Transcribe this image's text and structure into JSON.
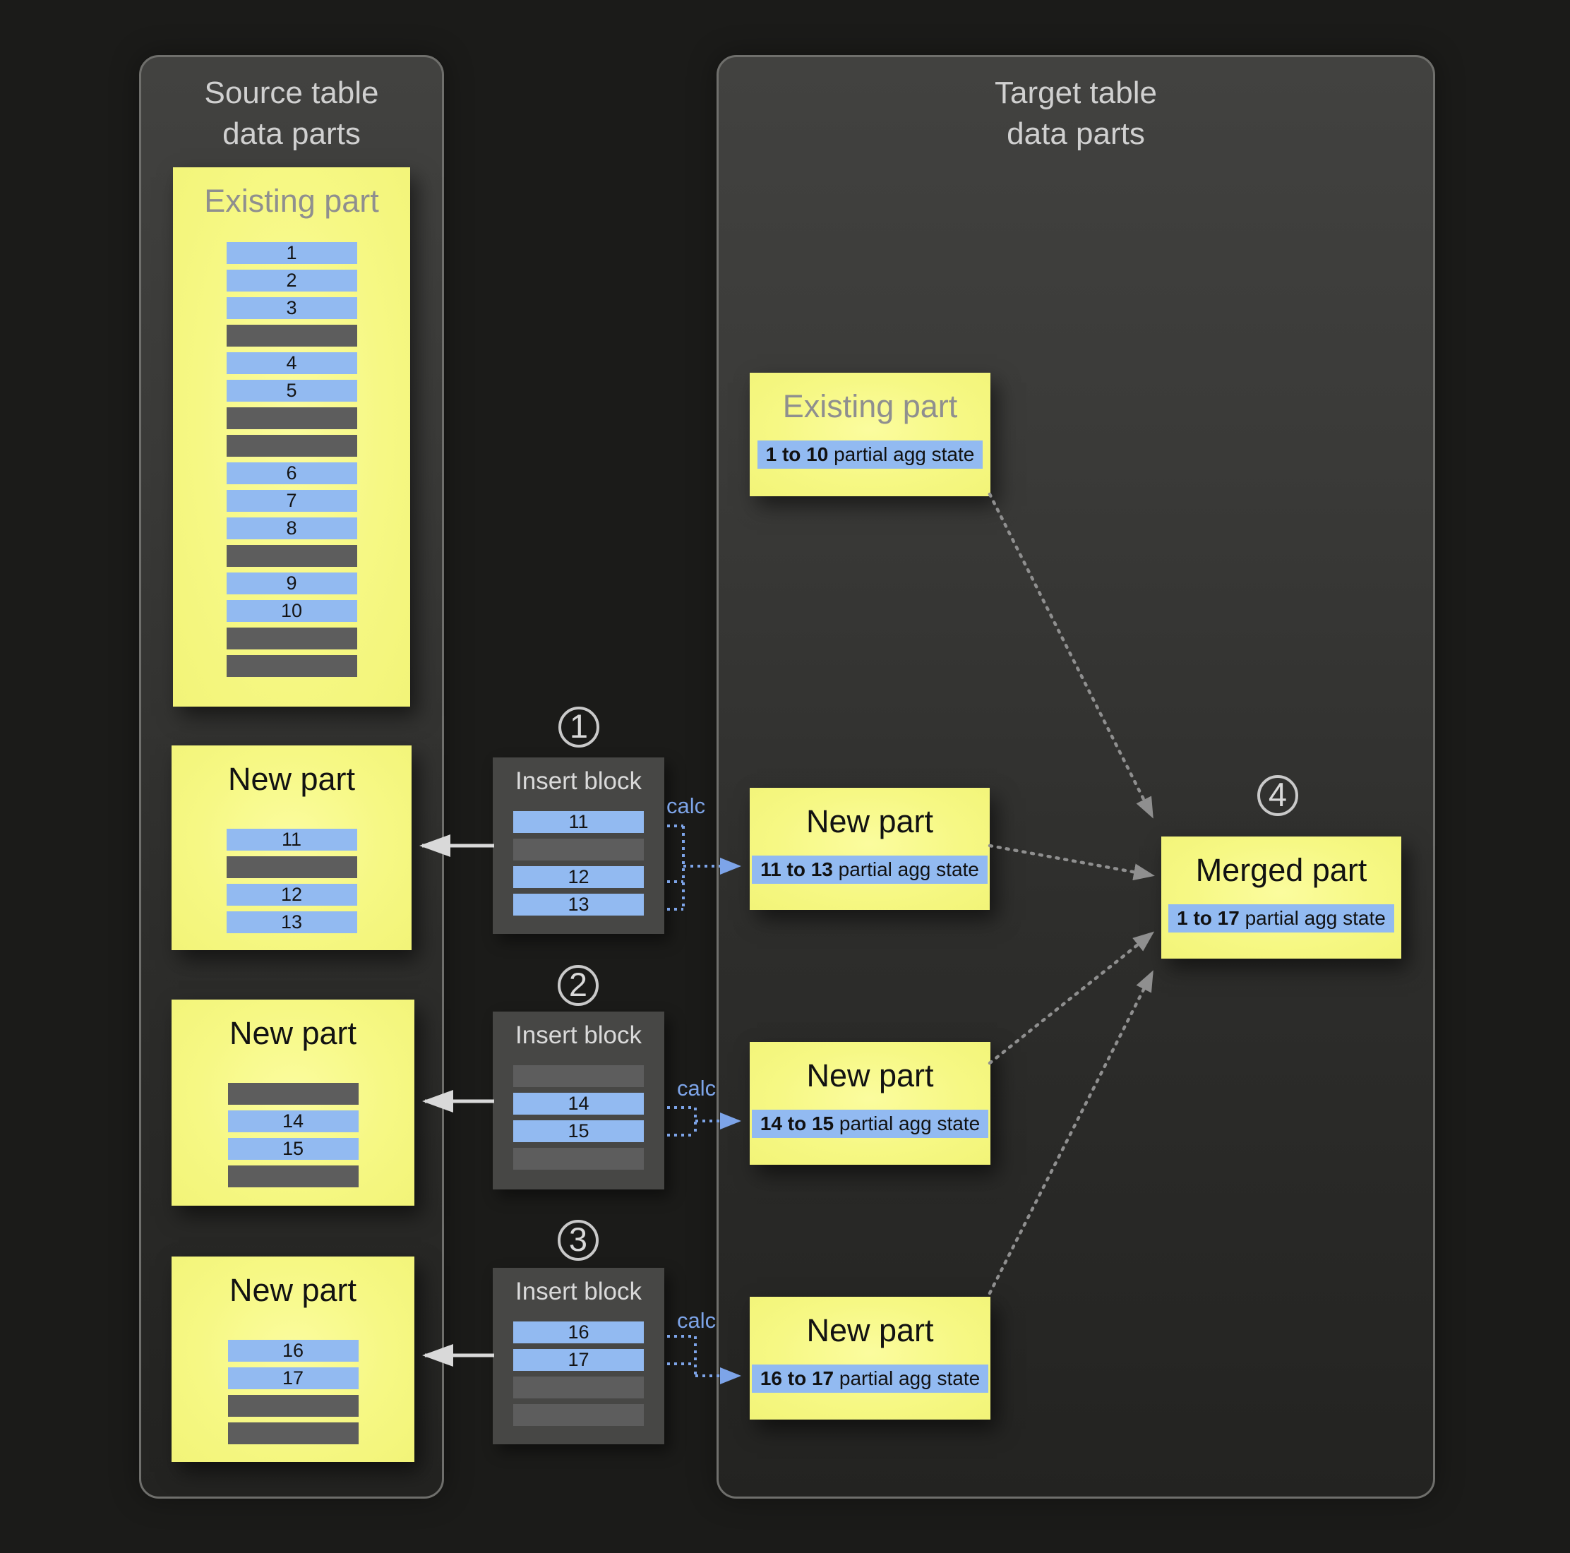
{
  "colors": {
    "background": "#1b1b19",
    "panel_fill": "#3a3a38",
    "panel_border": "#6f6f6c",
    "part_yellow": "#f6f884",
    "row_blue": "#92baf1",
    "row_gray": "#5d5d5d",
    "insert_block_fill": "#474745",
    "calc_blue": "#7da4e8",
    "arrow_white": "#d9d9d9",
    "arrow_gray": "#8f8f8f",
    "title_light": "#d0d0d0",
    "title_muted_gray": "#8f8f8f"
  },
  "source_panel": {
    "title_line1": "Source table",
    "title_line2": "data parts",
    "existing_part": {
      "title": "Existing part",
      "rows": [
        "1",
        "2",
        "3",
        null,
        "4",
        "5",
        null,
        null,
        "6",
        "7",
        "8",
        null,
        "9",
        "10",
        null,
        null
      ]
    },
    "new_parts": [
      {
        "title": "New part",
        "rows": [
          "11",
          null,
          "12",
          "13"
        ]
      },
      {
        "title": "New part",
        "rows": [
          null,
          "14",
          "15",
          null
        ]
      },
      {
        "title": "New part",
        "rows": [
          "16",
          "17",
          null,
          null
        ]
      }
    ]
  },
  "insert_blocks": [
    {
      "step": "1",
      "title": "Insert block",
      "calc_label": "calc",
      "rows": [
        "11",
        null,
        "12",
        "13"
      ]
    },
    {
      "step": "2",
      "title": "Insert block",
      "calc_label": "calc",
      "rows": [
        null,
        "14",
        "15",
        null
      ]
    },
    {
      "step": "3",
      "title": "Insert block",
      "calc_label": "calc",
      "rows": [
        "16",
        "17",
        null,
        null
      ]
    }
  ],
  "target_panel": {
    "title_line1": "Target table",
    "title_line2": "data parts",
    "existing_part": {
      "title": "Existing part",
      "agg_range": "1 to 10",
      "agg_suffix": " partial agg state"
    },
    "new_parts": [
      {
        "title": "New part",
        "agg_range": "11 to 13",
        "agg_suffix": " partial agg state"
      },
      {
        "title": "New part",
        "agg_range": "14 to 15",
        "agg_suffix": " partial agg state"
      },
      {
        "title": "New part",
        "agg_range": "16 to 17",
        "agg_suffix": " partial agg state"
      }
    ],
    "merged_part": {
      "step": "4",
      "title": "Merged part",
      "agg_range": "1 to 17",
      "agg_suffix": " partial agg state"
    }
  }
}
